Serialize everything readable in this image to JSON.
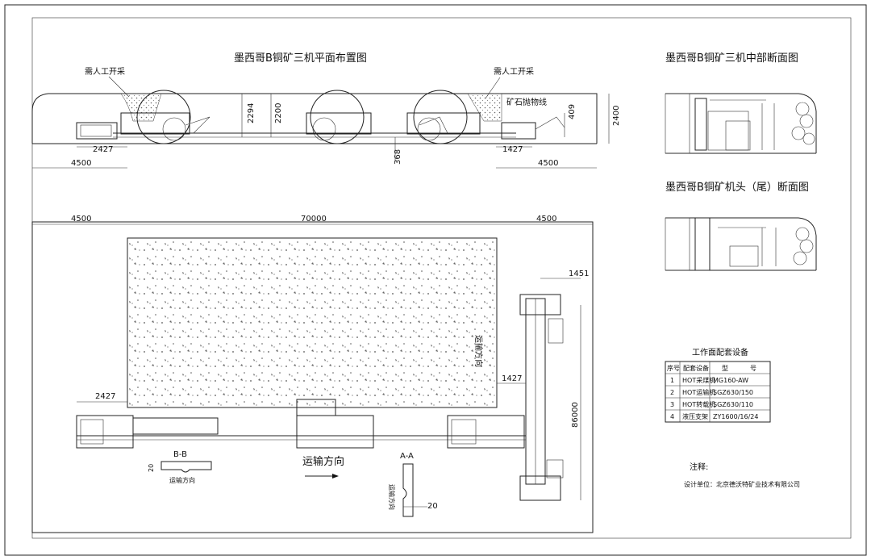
{
  "titles": {
    "plan_top": "墨西哥B铜矿三机平面布置图",
    "section_mid": "墨西哥B铜矿三机中部断面图",
    "section_head": "墨西哥B铜矿机头（尾）断面图"
  },
  "top_plan": {
    "label_left_manual": "需人工开采",
    "label_right_manual": "需人工开采",
    "label_rock_line": "矿石抛物线",
    "dim_2427": "2427",
    "dim_4500_left": "4500",
    "dim_2294": "2294",
    "dim_2200": "2200",
    "dim_368": "368",
    "dim_1427": "1427",
    "dim_4500_right": "4500",
    "dim_409": "409",
    "dim_2400": "2400"
  },
  "bottom_plan": {
    "dim_4500_left": "4500",
    "dim_70000": "70000",
    "dim_4500_right": "4500",
    "dim_1451": "1451",
    "dim_1427": "1427",
    "dim_86000": "86000",
    "dim_2427": "2427",
    "transport_vertical": "运输方向",
    "transport_bottom": "运输方向",
    "bb_label": "B-B",
    "bb_dim": "20",
    "bb_sub": "运输方向",
    "aa_label": "A-A",
    "aa_dim": "20",
    "aa_sub": "运输方向"
  },
  "equipment_table": {
    "title": "工作面配套设备",
    "headers": [
      "序号",
      "配套设备",
      "型",
      "号"
    ],
    "rows": [
      [
        "1",
        "HOT采煤机",
        "MG160-AW"
      ],
      [
        "2",
        "HOT运输机",
        "SGZ630/150"
      ],
      [
        "3",
        "HOT转载机",
        "SGZ630/110"
      ],
      [
        "4",
        "液压支架",
        "ZY1600/16/24"
      ]
    ]
  },
  "notes": {
    "note_label": "注释:",
    "design_unit": "设计单位：北京德沃特矿业技术有限公司"
  }
}
